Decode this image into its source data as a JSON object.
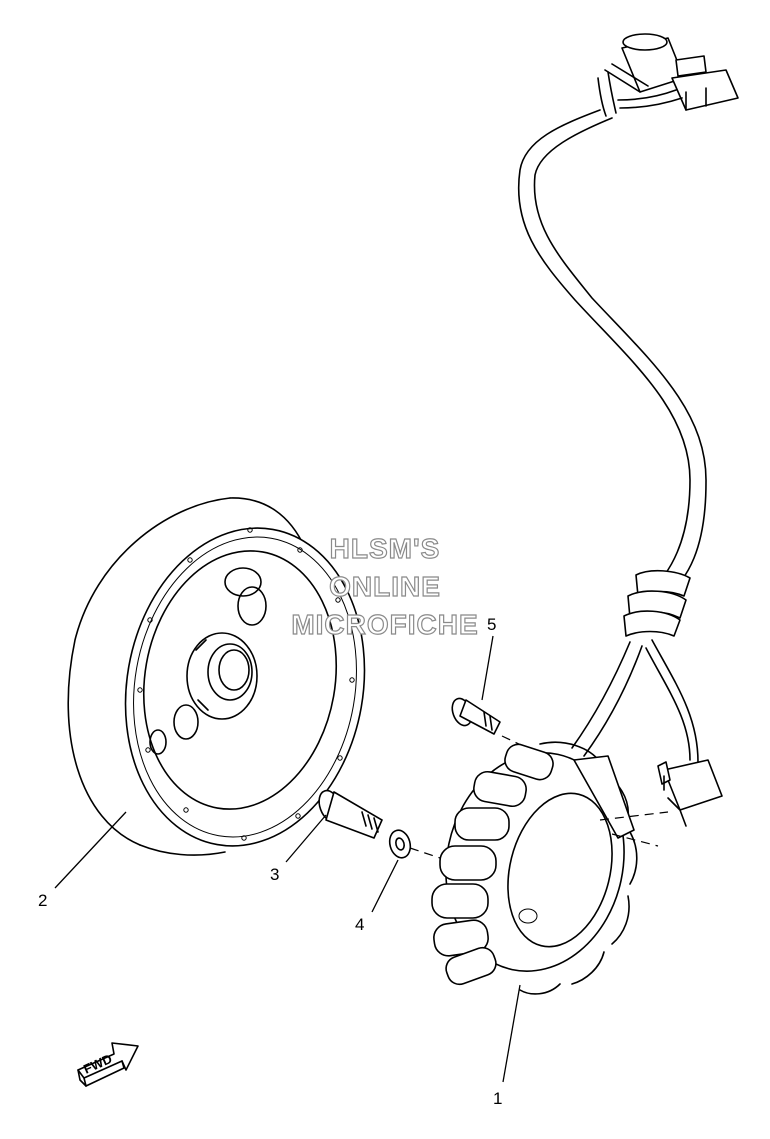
{
  "watermark": {
    "line1": "HLSM'S",
    "line2": "ONLINE",
    "line3": "MICROFICHE"
  },
  "fwd_label": "FWD",
  "callouts": [
    {
      "id": "stator",
      "number": "1"
    },
    {
      "id": "rotor",
      "number": "2"
    },
    {
      "id": "bolt",
      "number": "3"
    },
    {
      "id": "washer",
      "number": "4"
    },
    {
      "id": "screw",
      "number": "5"
    }
  ]
}
